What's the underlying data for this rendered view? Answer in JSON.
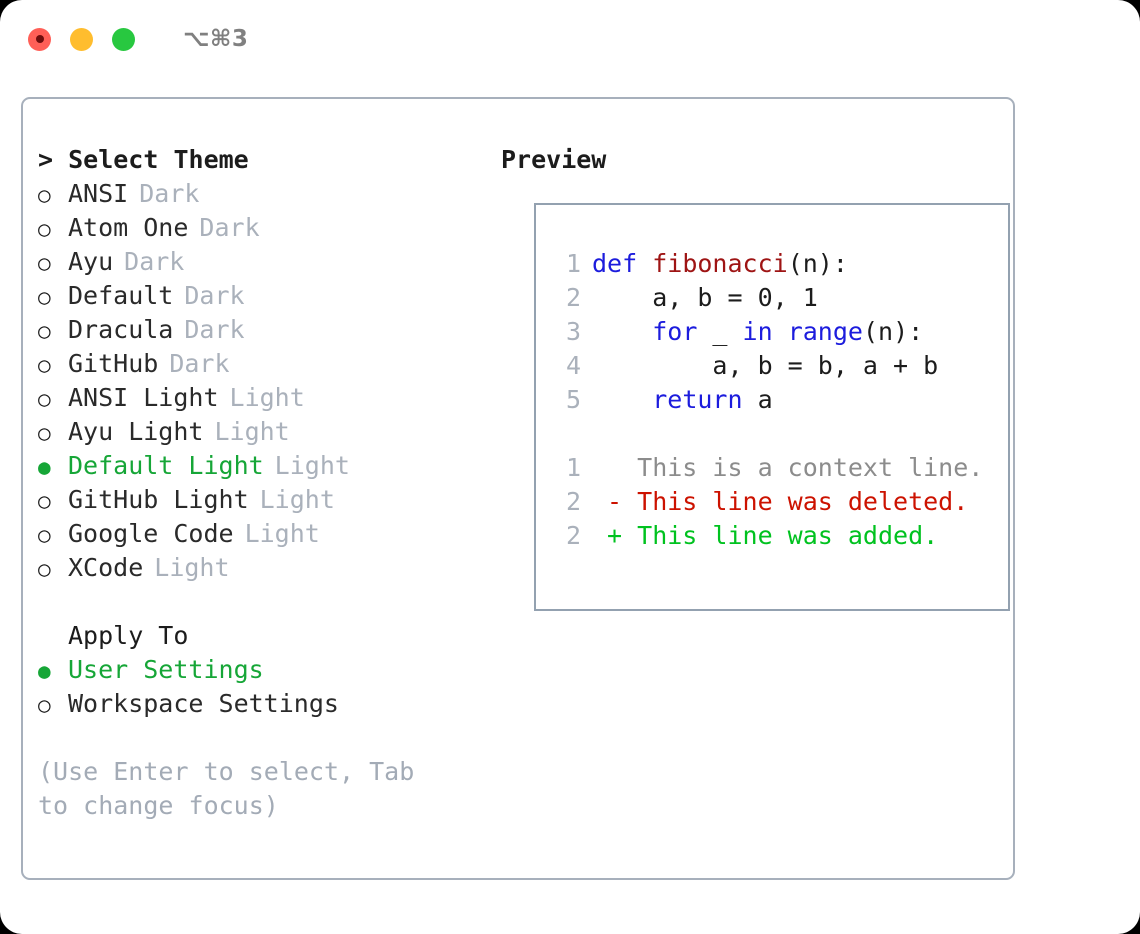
{
  "titlebar": {
    "shortcut": "⌥⌘3",
    "buttons": [
      "close",
      "minimize",
      "maximize"
    ]
  },
  "dialog": {
    "theme_section": {
      "header": "> Select Theme",
      "items": [
        {
          "marker": "○",
          "label": "ANSI",
          "tag": "Dark",
          "selected": false
        },
        {
          "marker": "○",
          "label": "Atom One",
          "tag": "Dark",
          "selected": false
        },
        {
          "marker": "○",
          "label": "Ayu",
          "tag": "Dark",
          "selected": false
        },
        {
          "marker": "○",
          "label": "Default",
          "tag": "Dark",
          "selected": false
        },
        {
          "marker": "○",
          "label": "Dracula",
          "tag": "Dark",
          "selected": false
        },
        {
          "marker": "○",
          "label": "GitHub",
          "tag": "Dark",
          "selected": false
        },
        {
          "marker": "○",
          "label": "ANSI Light",
          "tag": "Light",
          "selected": false
        },
        {
          "marker": "○",
          "label": "Ayu Light",
          "tag": "Light",
          "selected": false
        },
        {
          "marker": "●",
          "label": "Default Light",
          "tag": "Light",
          "selected": true
        },
        {
          "marker": "○",
          "label": "GitHub Light",
          "tag": "Light",
          "selected": false
        },
        {
          "marker": "○",
          "label": "Google Code",
          "tag": "Light",
          "selected": false
        },
        {
          "marker": "○",
          "label": "XCode",
          "tag": "Light",
          "selected": false
        }
      ]
    },
    "apply_section": {
      "header": "Apply To",
      "items": [
        {
          "marker": "●",
          "label": "User Settings",
          "selected": true
        },
        {
          "marker": "○",
          "label": "Workspace Settings",
          "selected": false
        }
      ]
    },
    "hint": "(Use Enter to select, Tab to change focus)"
  },
  "preview": {
    "header": "Preview",
    "code_lines": [
      {
        "num": "1",
        "tokens": [
          {
            "t": "def ",
            "c": "kw"
          },
          {
            "t": "fibonacci",
            "c": "fn"
          },
          {
            "t": "(n):",
            "c": "pl"
          }
        ]
      },
      {
        "num": "2",
        "tokens": [
          {
            "t": "    a, b = 0, 1",
            "c": "pl"
          }
        ]
      },
      {
        "num": "3",
        "tokens": [
          {
            "t": "    ",
            "c": "pl"
          },
          {
            "t": "for",
            "c": "kw"
          },
          {
            "t": " _ ",
            "c": "pl"
          },
          {
            "t": "in",
            "c": "kw"
          },
          {
            "t": " ",
            "c": "pl"
          },
          {
            "t": "range",
            "c": "kw"
          },
          {
            "t": "(n):",
            "c": "pl"
          }
        ]
      },
      {
        "num": "4",
        "tokens": [
          {
            "t": "        a, b = b, a + b",
            "c": "pl"
          }
        ]
      },
      {
        "num": "5",
        "tokens": [
          {
            "t": "    ",
            "c": "pl"
          },
          {
            "t": "return",
            "c": "kw"
          },
          {
            "t": " a",
            "c": "pl"
          }
        ]
      }
    ],
    "diff_lines": [
      {
        "num": "1",
        "sign": " ",
        "text": " This is a context line.",
        "kind": "ctx"
      },
      {
        "num": "2",
        "sign": "-",
        "text": " This line was deleted.",
        "kind": "del"
      },
      {
        "num": "2",
        "sign": "+",
        "text": " This line was added.",
        "kind": "add"
      }
    ]
  },
  "colors": {
    "accent_green": "#16a637",
    "diff_added": "#00c21f",
    "diff_deleted": "#cc1200",
    "keyword_blue": "#1c1cdd",
    "function_red": "#9e1414",
    "muted_gray": "#aab1bb",
    "border": "#a7b0bc",
    "traffic_red": "#ff5f57",
    "traffic_yellow": "#ffbd2e",
    "traffic_green": "#28c840"
  }
}
